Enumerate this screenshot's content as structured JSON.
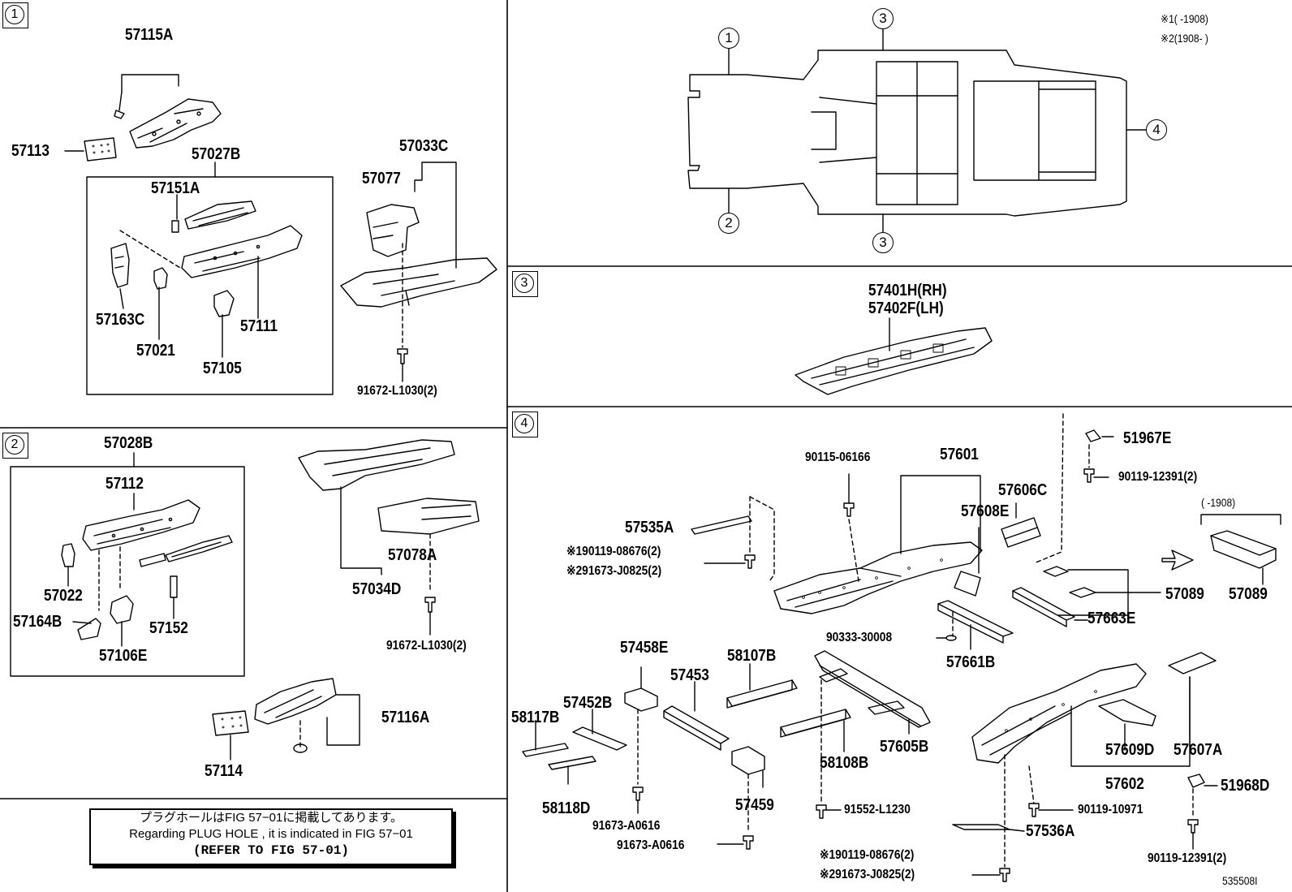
{
  "sections": {
    "s1": {
      "number": "1"
    },
    "s2": {
      "number": "2"
    },
    "s3": {
      "number": "3"
    },
    "s4": {
      "number": "4"
    }
  },
  "frame_markers": {
    "m1": "1",
    "m2": "2",
    "m3_top": "3",
    "m3_bottom": "3",
    "m4": "4"
  },
  "legend": {
    "line1": "※1(  -1908)",
    "line2": "※2(1908-  )",
    "right_note": "(  -1908)"
  },
  "parts": {
    "p57115A": "57115A",
    "p57113": "57113",
    "p57027B": "57027B",
    "p57151A": "57151A",
    "p57163C": "57163C",
    "p57021": "57021",
    "p57105": "57105",
    "p57111": "57111",
    "p57033C": "57033C",
    "p57077": "57077",
    "p91672a": "91672-L1030(2)",
    "p57028B": "57028B",
    "p57112": "57112",
    "p57022": "57022",
    "p57164B": "57164B",
    "p57106E": "57106E",
    "p57152": "57152",
    "p57034D": "57034D",
    "p57078A": "57078A",
    "p91672b": "91672-L1030(2)",
    "p57116A": "57116A",
    "p57114": "57114",
    "p57401H": "57401H(RH)",
    "p57402F": "57402F(LH)",
    "p90115": "90115-06166",
    "p57601": "57601",
    "p57606C": "57606C",
    "p57608E": "57608E",
    "p51967E": "51967E",
    "p90119_12391a": "90119-12391(2)",
    "p57535A": "57535A",
    "p90119_08676a": "※190119-08676(2)",
    "p91673_J0825a": "※291673-J0825(2)",
    "p57089a": "57089",
    "p57089b": "57089",
    "p57663E": "57663E",
    "p90333": "90333-30008",
    "p57661B": "57661B",
    "p57458E": "57458E",
    "p58107B": "58107B",
    "p57453": "57453",
    "p57452B": "57452B",
    "p58117B": "58117B",
    "p58118D": "58118D",
    "p91673_A0616a": "91673-A0616",
    "p91673_A0616b": "91673-A0616",
    "p57459": "57459",
    "p58108B": "58108B",
    "p57605B": "57605B",
    "p91552": "91552-L1230",
    "p57609D": "57609D",
    "p57607A": "57607A",
    "p57602": "57602",
    "p51968D": "51968D",
    "p90119_10971": "90119-10971",
    "p57536A": "57536A",
    "p90119_08676b": "※190119-08676(2)",
    "p91673_J0825b": "※291673-J0825(2)",
    "p90119_12391b": "90119-12391(2)"
  },
  "note": {
    "line1": "プラグホールはFIG 57−01に掲載してあります。",
    "line2": "Regarding PLUG HOLE , it is indicated in FIG 57−01",
    "line3": "(REFER TO FIG 57-01)"
  },
  "figure_code": "535508I"
}
